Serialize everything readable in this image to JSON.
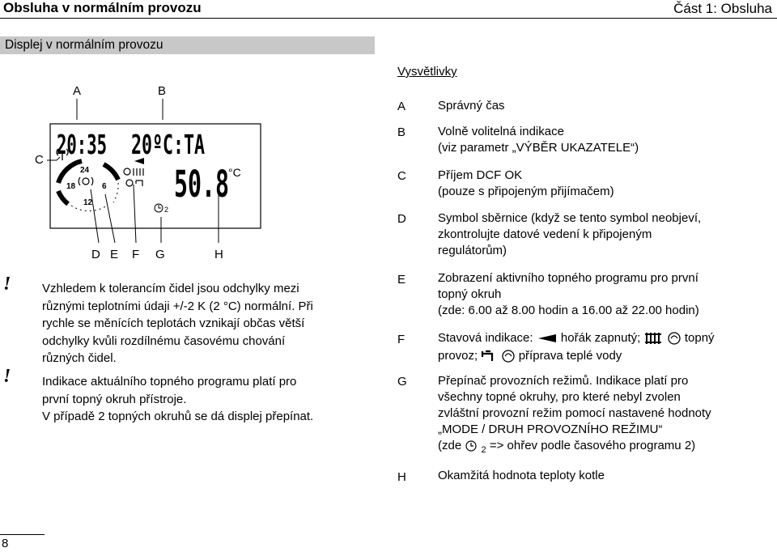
{
  "header": {
    "title": "Obsluha v normálním provozu",
    "section": "Část 1: Obsluha"
  },
  "section_bar": "Displej v normálním provozu",
  "diagram": {
    "callouts": {
      "a": "A",
      "b": "B",
      "c": "C",
      "d": "D",
      "e": "E",
      "f": "F",
      "g": "G",
      "h": "H"
    },
    "display": {
      "time": "20:35",
      "info": "20ºC:TA",
      "temp": "50.8",
      "unit": "°C",
      "dial": {
        "top": "24",
        "left": "18",
        "right": "6",
        "bottom": "12"
      },
      "prog_index": "2"
    }
  },
  "legend": {
    "title": "Vysvětlivky",
    "items": [
      {
        "letter": "A",
        "text": "Správný čas"
      },
      {
        "letter": "B",
        "text": "Volně volitelná indikace",
        "text2": "(viz parametr „VÝBĚR UKAZATELE“)"
      },
      {
        "letter": "C",
        "text": "Příjem DCF OK",
        "text2": "(pouze s připojeným přijímačem)"
      },
      {
        "letter": "D",
        "text": "Symbol sběrnice (když se tento symbol neobjeví,",
        "text2": "zkontrolujte datové vedení k připojeným",
        "text3": "regulátorům)"
      },
      {
        "letter": "E",
        "text": "Zobrazení aktivního topného programu pro první",
        "text2": "topný okruh",
        "text3": "(zde: 6.00 až 8.00 hodin a 16.00 až 22.00 hodin)"
      },
      {
        "letter": "F",
        "p1": "Stavová indikace:",
        "p2": "hořák zapnutý;",
        "p3": "topný",
        "p4": "provoz;",
        "p5": "příprava teplé vody"
      },
      {
        "letter": "G",
        "text": "Přepínač provozních režimů. Indikace platí pro",
        "text2": "všechny topné okruhy, pro které nebyl zvolen",
        "text3": "zvláštní provozní režim pomocí nastavené hodnoty",
        "text4": "„MODE / DRUH PROVOZNÍHO REŽIMU“",
        "p_pre": "(zde",
        "p_sub": "2",
        "p_post": "=> ohřev podle časového programu 2)"
      },
      {
        "letter": "H",
        "text": "Okamžitá hodnota teploty kotle"
      }
    ]
  },
  "notes": [
    {
      "mark": "!",
      "lines": [
        "Vzhledem k tolerancím čidel jsou odchylky mezi",
        "různými teplotními údaji +/-2 K (2 °C) normální. Při",
        "rychle se měnících teplotách vznikají občas větší",
        "odchylky kvůli rozdílnému časovému chování",
        "různých čidel."
      ]
    },
    {
      "mark": "!",
      "lines": [
        "Indikace aktuálního topného programu platí pro",
        "první topný okruh přístroje.",
        "V případě 2 topných okruhů se dá displej přepínat."
      ]
    }
  ],
  "footer": {
    "page": "8"
  }
}
